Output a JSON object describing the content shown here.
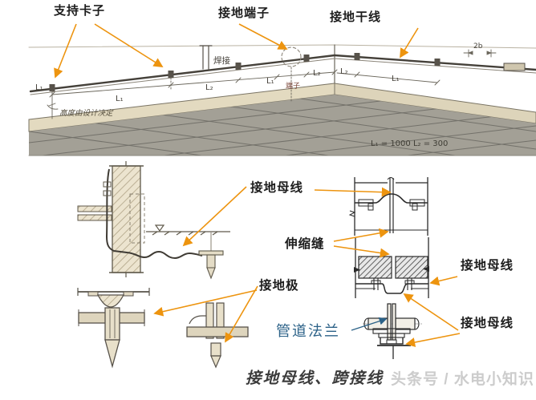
{
  "colors": {
    "arrow_orange": "#ED940F",
    "label_blue": "#2C6288",
    "text_dark": "#1d1d1d",
    "title_gray": "#3b3b3b",
    "watermark_gray": "#cccccc",
    "floor_gray": "#a3a096",
    "baseboard_tan": "#e3dac0",
    "sketch_line": "#45413a"
  },
  "top_diagram": {
    "labels": {
      "support_clamp": "支持卡子",
      "ground_terminal": "接地端子",
      "ground_trunk": "接地干线"
    },
    "annotations": {
      "weld": "焊接",
      "terminal": "端子",
      "height_note": "高度由设计决定",
      "dim_l1": "L₁",
      "dim_l2": "L₂",
      "dim_formula": "L₁ = 1000   L₂ = 300",
      "dim_2b": "2b"
    }
  },
  "detail_labels": {
    "ground_bus": "接地母线",
    "expansion_joint": "伸缩缝",
    "ground_electrode": "接地极",
    "ground_bus_right_top": "接地母线",
    "ground_bus_right_bottom": "接地母线",
    "pipe_flange": "管道法兰"
  },
  "footer": {
    "title": "接地母线、跨接线",
    "watermark": "头条号 / 水电小知识"
  }
}
